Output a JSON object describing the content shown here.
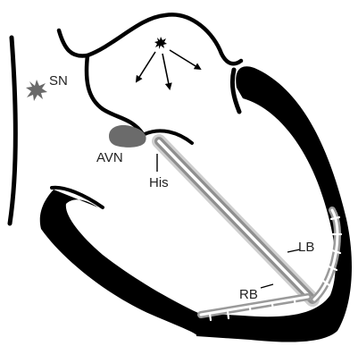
{
  "labels": {
    "sn": "SN",
    "avn": "AVN",
    "his": "His",
    "lb": "LB",
    "rb": "RB"
  },
  "colors": {
    "outline": "#000000",
    "node": "#666666",
    "avn_fill": "#6b6b6b",
    "bundle_glow": "#d8d8d8",
    "bundle_mid": "#9a9a9a",
    "bundle_core": "#ffffff",
    "background": "#ffffff"
  },
  "icons": {
    "sa_node": "starburst-icon",
    "atrial_impulse": "small-star-icon",
    "impulse_arrows": "arrow-icon"
  }
}
